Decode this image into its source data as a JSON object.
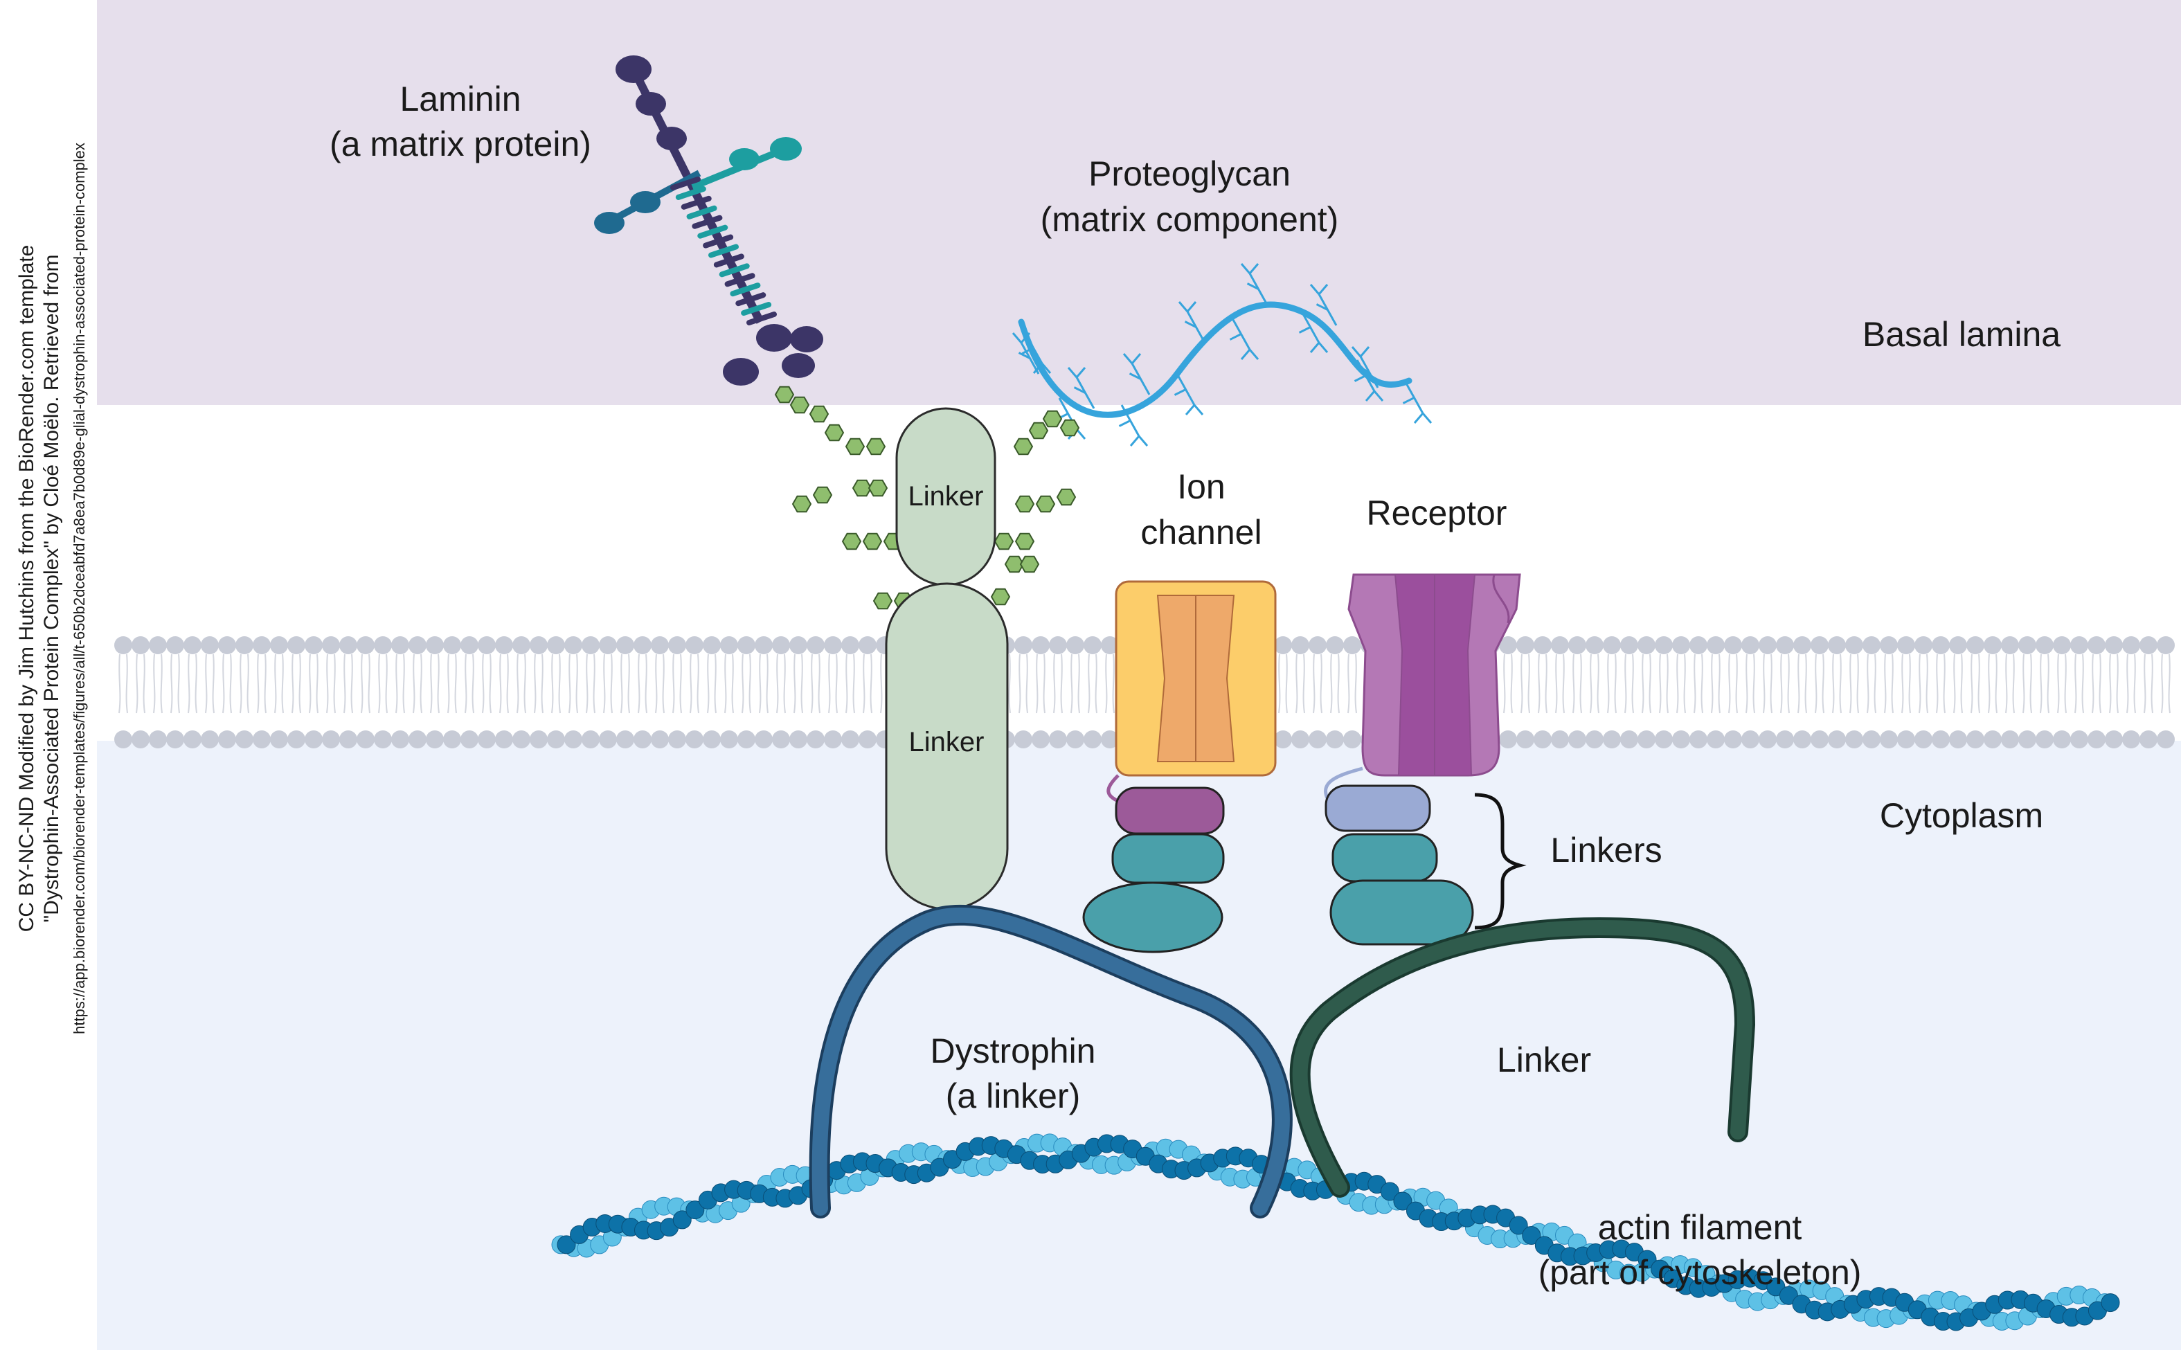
{
  "credit": {
    "line1": "CC BY-NC-ND Modified by Jim Hutchins from the BioRender.com template",
    "line2": "\"Dystrophin-Associated Protein Complex\" by Cloé Moëlo. Retrieved from",
    "line3": "https://app.biorender.com/biorender-templates/figures/all/t-650b2dceabfd7a8ea7b0d89e-glial-dystrophin-associated-protein-complex"
  },
  "regions": {
    "basal_lamina": "Basal lamina",
    "cytoplasm": "Cytoplasm"
  },
  "labels": {
    "laminin_line1": "Laminin",
    "laminin_line2": "(a matrix protein)",
    "proteoglycan_line1": "Proteoglycan",
    "proteoglycan_line2": "(matrix component)",
    "ion_channel_line1": "Ion",
    "ion_channel_line2": "channel",
    "receptor": "Receptor",
    "linker_top": "Linker",
    "linker_transmembrane": "Linker",
    "linkers_bracket": "Linkers",
    "dystrophin_line1": "Dystrophin",
    "dystrophin_line2": "(a linker)",
    "linker_green": "Linker",
    "actin_line1": "actin filament",
    "actin_line2": "(part of cytoskeleton)"
  },
  "colors": {
    "basal_lamina_bg": "#e6dfec",
    "cytoplasm_bg": "#edf2fb",
    "membrane_head": "#c7cbd6",
    "linker_protein": "#c8dbc8",
    "sugar_hexagon": "#8fbe6e",
    "laminin_dark": "#3c3567",
    "laminin_teal": "#1d9ea0",
    "laminin_blue": "#1f6a90",
    "proteoglycan": "#36a4dc",
    "ion_channel_outer": "#fccd6a",
    "ion_channel_inner": "#eea96a",
    "receptor_outer": "#b478b5",
    "receptor_inner": "#9b4f9d",
    "purple_linker": "#9c5a99",
    "teal_linker": "#4aa0aa",
    "lavender_linker": "#9aaad4",
    "dystrophin": "#376e9b",
    "green_linker": "#2f5b4c",
    "actin_dark": "#0d72a8",
    "actin_light": "#5ec1e6"
  }
}
